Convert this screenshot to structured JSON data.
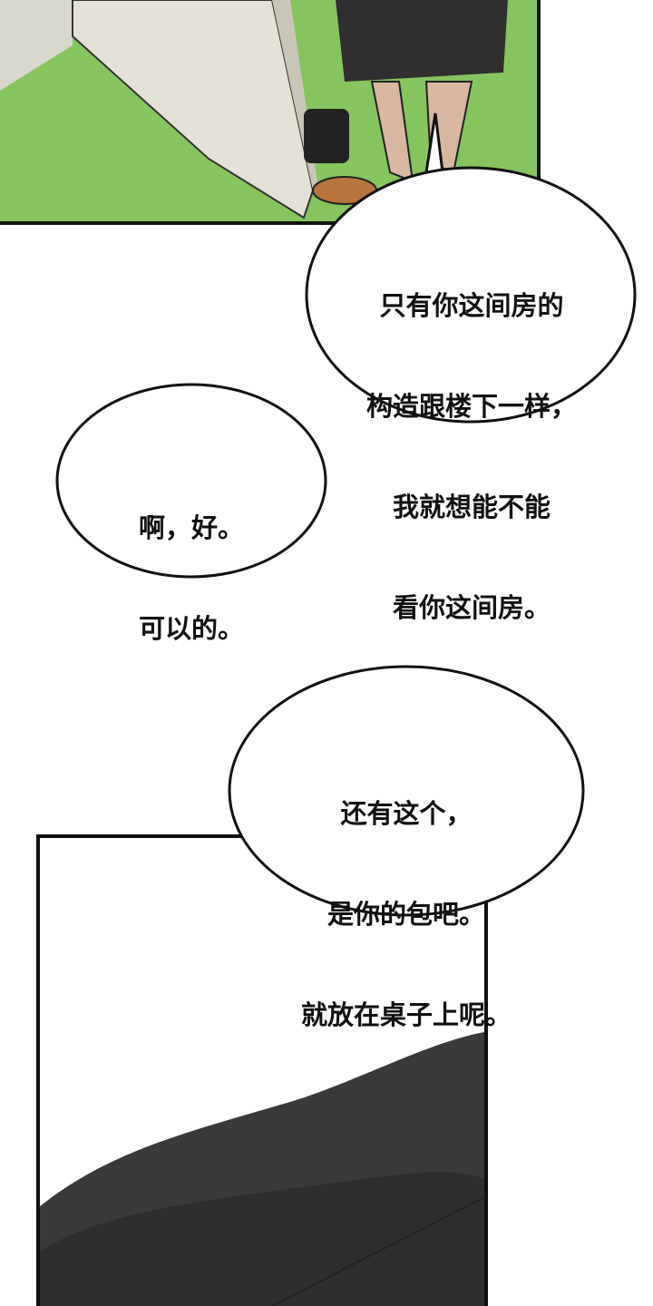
{
  "bubbles": [
    {
      "lines": [
        "只有你这间房的",
        "构造跟楼下一样，",
        "我就想能不能",
        "看你这间房。"
      ]
    },
    {
      "lines": [
        "啊，好。",
        "可以的。"
      ]
    },
    {
      "lines": [
        "还有这个，",
        "是你的包吧。",
        "就放在桌子上呢。"
      ]
    }
  ],
  "colors": {
    "floor": "#7fc35a",
    "ink": "#111111",
    "jacket": "#3a3a3a"
  }
}
